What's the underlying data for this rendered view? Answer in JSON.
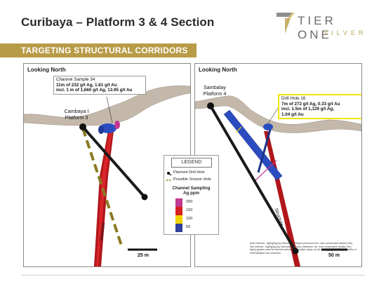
{
  "header": {
    "title": "Curibaya – Platform 3 & 4 Section",
    "logo_name": "TIER ONE",
    "logo_sub": "SILVER"
  },
  "banner": {
    "text": "TARGETING STRUCTURAL CORRIDORS"
  },
  "left_panel": {
    "view": "Looking North",
    "callout": {
      "line1": "Channel Sample 34",
      "line2": "11m of 232 g/t Ag, 1.61 g/t Au",
      "line3": "incl. 1 m of 1,660 g/t Ag, 13.95 g/t Au"
    },
    "platform_line1": "Cambaya I",
    "platform_line2": "Platform 3",
    "structure": "Structure",
    "scale": "25 m"
  },
  "right_panel": {
    "view": "Looking North",
    "platform_line1": "Sambalay",
    "platform_line2": "Platform 4",
    "callout": {
      "line1": "Drill Hole 16",
      "line2": "7m of 272 g/t Ag, 0.33 g/t Au",
      "line3": "incl. 1.5m of 1,129 g/t Ag,",
      "line4": "1.04 g/t Au"
    },
    "structure": "Structure",
    "scale": "50 m",
    "notes": "Main Interval - AgEq(Ag,Au) intervals at 25ppm (minimum 5m, max consecutive dilution 6m) Sub Interval - AgEq(Ag,Au) intervals at 75ppm (minimum 1m, max consecutive dilution 2m) AgEq grades used for interval selection calculated using: Au:81.00/(Ag) Ag:Vietz: True widths of mineralization are unknown."
  },
  "legend": {
    "title": "LEGEND",
    "planned": "Planned Drill Hole",
    "scissor": "Possible Scissor Hole",
    "sampling_label": "Channel Sampling",
    "unit": "Ag ppm",
    "ticks": [
      "200",
      "150",
      "100",
      "50"
    ],
    "colors": [
      "#c2378f",
      "#d92020",
      "#f0d400",
      "#2f3f9e"
    ]
  }
}
